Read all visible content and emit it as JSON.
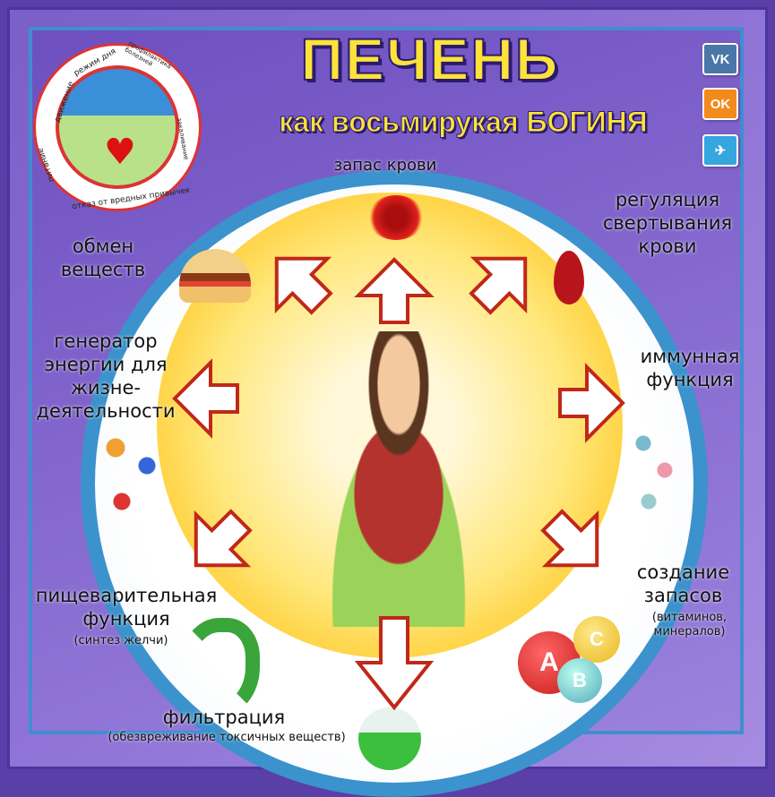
{
  "title": "ПЕЧЕНЬ",
  "subtitle": "как восьмирукая БОГИНЯ",
  "logo": {
    "ring_text": [
      "движение",
      "режим дня",
      "профилактика болезней",
      "закаливание",
      "отказ от вредных привычек",
      "питание"
    ]
  },
  "social": [
    {
      "icon": "vk-icon",
      "label": "VK",
      "color": "#4a76a8"
    },
    {
      "icon": "ok-icon",
      "label": "OK",
      "color": "#f28a1c"
    },
    {
      "icon": "telegram-icon",
      "label": "✈",
      "color": "#35a6de"
    }
  ],
  "functions": {
    "blood_reserve": "запас крови",
    "coagulation": "регуляция свертывания крови",
    "metabolism": "обмен веществ",
    "energy": "генератор энергии для жизне-деятельности",
    "immune": "иммунная функция",
    "storage": "создание запасов",
    "storage_note": "(витаминов, минералов)",
    "digestive": "пищеварительная функция",
    "digestive_note": "(синтез желчи)",
    "filtration": "фильтрация",
    "filtration_note": "(обезвреживание токсичных веществ)"
  },
  "vitamins": [
    "A",
    "B",
    "C"
  ],
  "colors": {
    "background": "#7b5fc9",
    "ring": "#3c92cc",
    "title": "#fde23a",
    "arrow": "#c0281a"
  }
}
